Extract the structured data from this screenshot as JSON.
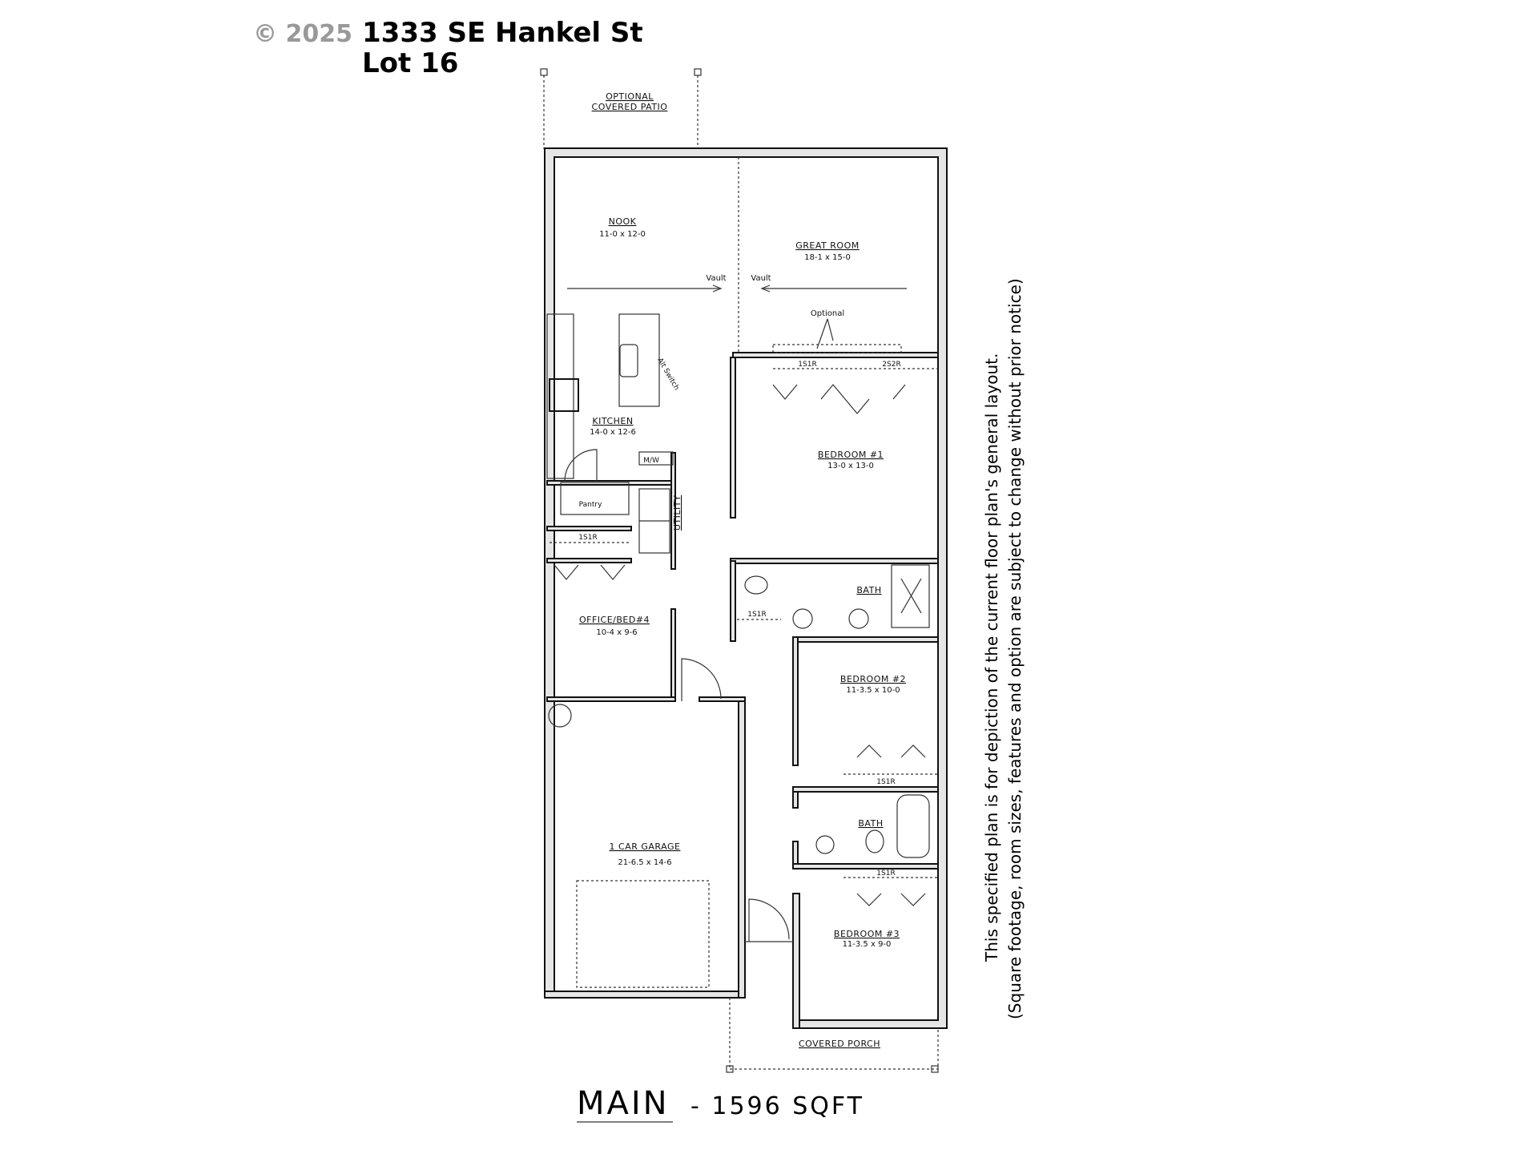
{
  "header": {
    "copyright": "© 2025",
    "address": "1333 SE Hankel St",
    "lot": "Lot 16"
  },
  "plan": {
    "patio": [
      "OPTIONAL",
      "COVERED PATIO"
    ],
    "porch": "COVERED PORCH",
    "vault_left": "Vault",
    "vault_right": "Vault",
    "optional": "Optional",
    "rooms": {
      "nook": {
        "name": "NOOK",
        "size": "11-0 x 12-0"
      },
      "great_room": {
        "name": "GREAT ROOM",
        "size": "18-1 x 15-0"
      },
      "kitchen": {
        "name": "KITCHEN",
        "size": "14-0 x 12-6"
      },
      "bedroom1": {
        "name": "BEDROOM #1",
        "size": "13-0 x 13-0"
      },
      "office": {
        "name": "OFFICE/BED#4",
        "size": "10-4 x 9-6"
      },
      "bath1": {
        "name": "BATH"
      },
      "bedroom2": {
        "name": "BEDROOM #2",
        "size": "11-3.5 x 10-0"
      },
      "bath2": {
        "name": "BATH"
      },
      "bedroom3": {
        "name": "BEDROOM #3",
        "size": "11-3.5 x 9-0"
      },
      "garage": {
        "name": "1 CAR GARAGE",
        "size": "21-6.5 x 14-6"
      },
      "utility": {
        "name": "UTILITY"
      },
      "pantry": {
        "name": "Pantry"
      },
      "mw": "M/W",
      "alt_switch": "Alt Switch"
    },
    "closets": {
      "bed1_a": "1S1R",
      "bed1_b": "2S2R",
      "office": "1S1R",
      "bath1": "1S1R",
      "bed2": "1S1R",
      "bed3": "1S1R"
    }
  },
  "footer": {
    "level": "MAIN",
    "sqft": "- 1596 SQFT"
  },
  "disclaimer": {
    "line1": "This specified plan is for depiction of the current floor plan's general layout.",
    "line2": "(Square footage, room sizes, features and option are subject to change without prior notice)"
  }
}
